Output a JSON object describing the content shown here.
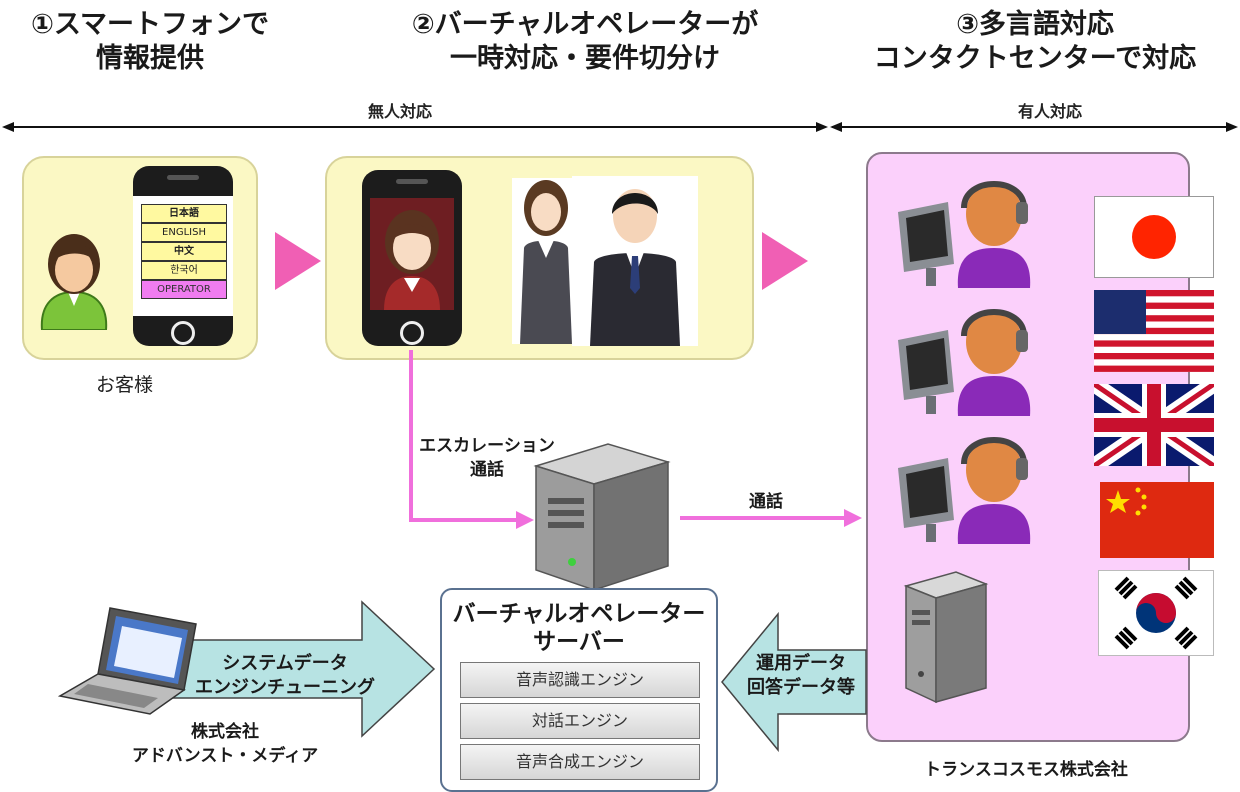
{
  "steps": [
    {
      "line1": "①スマートフォンで",
      "line2": "情報提供"
    },
    {
      "line1": "②バーチャルオペレーターが",
      "line2": "一時対応・要件切分け"
    },
    {
      "line1": "③多言語対応",
      "line2": "コンタクトセンターで対応"
    }
  ],
  "spans": {
    "unmanned": "無人対応",
    "manned": "有人対応"
  },
  "phone_menu": [
    "日本語",
    "ENGLISH",
    "中文",
    "한국어",
    "OPERATOR"
  ],
  "customer_label": "お客様",
  "escalation": {
    "line1": "エスカレーション",
    "line2": "通話"
  },
  "call_label": "通話",
  "server": {
    "line1": "バーチャルオペレーター",
    "line2": "サーバー",
    "engines": [
      "音声認識エンジン",
      "対話エンジン",
      "音声合成エンジン"
    ]
  },
  "left_arrow": {
    "line1": "システムデータ",
    "line2": "エンジンチューニング"
  },
  "right_arrow": {
    "line1": "運用データ",
    "line2": "回答データ等"
  },
  "company_left": {
    "line1": "株式会社",
    "line2": "アドバンスト・メディア"
  },
  "company_right": "トランスコスモス株式会社",
  "colors": {
    "panel": "#fbf8c4",
    "pink": "#fbd0fb",
    "arrow_teal": "#b7e3e3",
    "flow_pink": "#f06fdc",
    "chevron": "#f05fb4"
  }
}
